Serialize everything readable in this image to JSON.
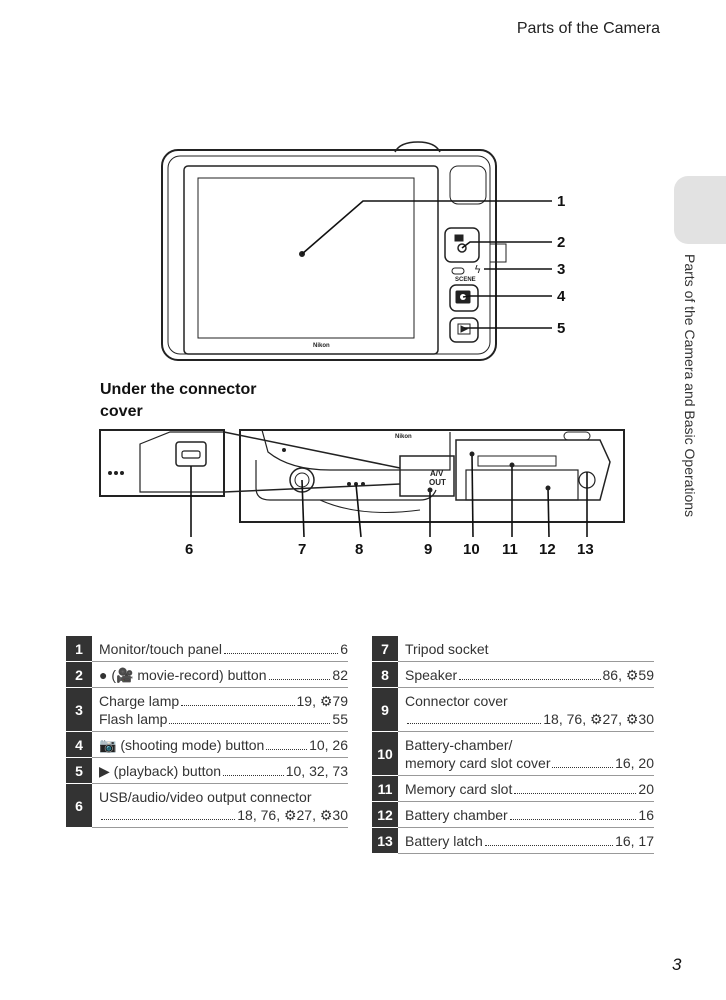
{
  "header": {
    "title": "Parts of the Camera"
  },
  "side_tab": {
    "text": "Parts of the Camera and Basic Operations"
  },
  "page_number": "3",
  "diagram": {
    "brand_back": "Nikon",
    "brand_bottom": "Nikon",
    "connector_label_top": "A/V",
    "connector_label_bottom": "OUT",
    "scene_label": "SCENE",
    "callouts": [
      "1",
      "2",
      "3",
      "4",
      "5",
      "6",
      "7",
      "8",
      "9",
      "10",
      "11",
      "12",
      "13"
    ],
    "subheading_line1": "Under the connector",
    "subheading_line2": "cover"
  },
  "parts_left": [
    {
      "num": "1",
      "lines": [
        {
          "text": "Monitor/touch panel",
          "page": "6"
        }
      ]
    },
    {
      "num": "2",
      "lines": [
        {
          "text": "● (🎥 movie-record) button",
          "page": "82"
        }
      ]
    },
    {
      "num": "3",
      "lines": [
        {
          "text": "Charge lamp",
          "page": "19, ⚙79"
        },
        {
          "text": "Flash lamp",
          "page": "55"
        }
      ]
    },
    {
      "num": "4",
      "lines": [
        {
          "text": "📷 (shooting mode) button",
          "page": "10, 26"
        }
      ]
    },
    {
      "num": "5",
      "lines": [
        {
          "text": "▶ (playback) button",
          "page": "10, 32, 73"
        }
      ]
    },
    {
      "num": "6",
      "lines": [
        {
          "text": "USB/audio/video output connector",
          "page": ""
        },
        {
          "text": "",
          "page": "18, 76, ⚙27, ⚙30"
        }
      ]
    }
  ],
  "parts_right": [
    {
      "num": "7",
      "lines": [
        {
          "text": "Tripod socket",
          "page": ""
        }
      ]
    },
    {
      "num": "8",
      "lines": [
        {
          "text": "Speaker",
          "page": "86, ⚙59"
        }
      ]
    },
    {
      "num": "9",
      "lines": [
        {
          "text": "Connector cover",
          "page": ""
        },
        {
          "text": "",
          "page": "18, 76, ⚙27, ⚙30"
        }
      ]
    },
    {
      "num": "10",
      "lines": [
        {
          "text": "Battery-chamber/",
          "page": ""
        },
        {
          "text": "memory card slot cover",
          "page": "16, 20"
        }
      ]
    },
    {
      "num": "11",
      "lines": [
        {
          "text": "Memory card slot",
          "page": "20"
        }
      ]
    },
    {
      "num": "12",
      "lines": [
        {
          "text": "Battery chamber",
          "page": "16"
        }
      ]
    },
    {
      "num": "13",
      "lines": [
        {
          "text": "Battery latch",
          "page": "16, 17"
        }
      ]
    }
  ]
}
